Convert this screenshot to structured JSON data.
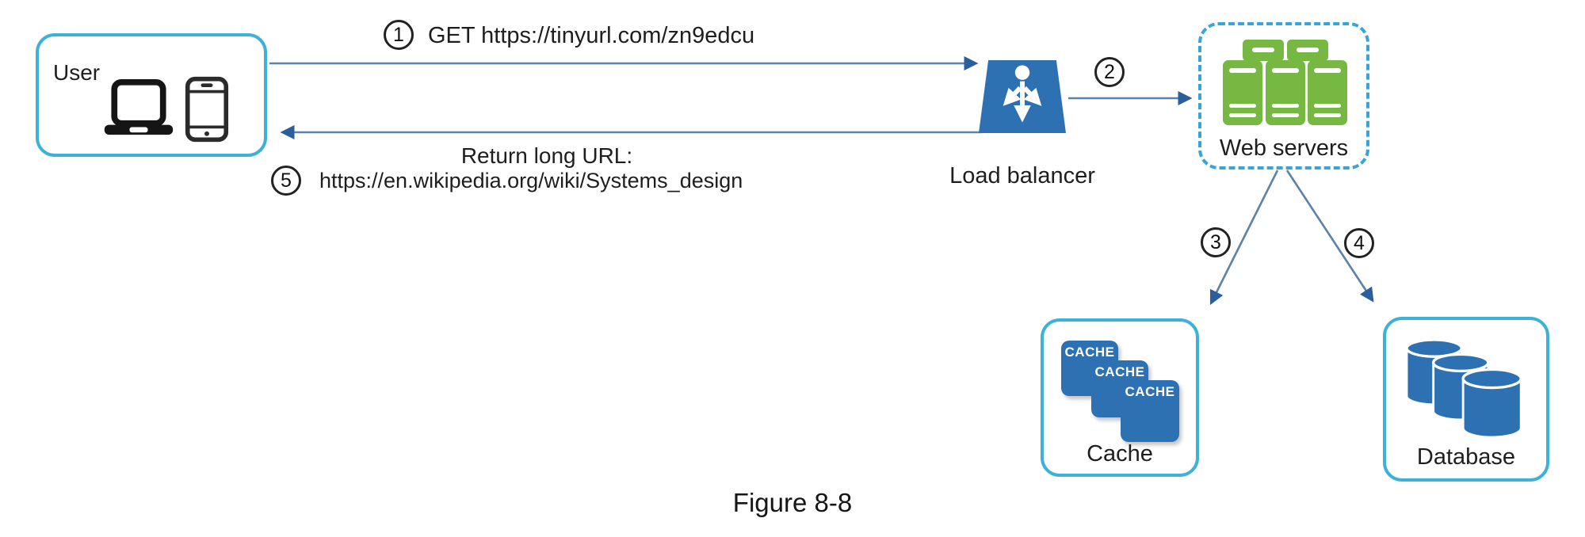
{
  "figure_caption": "Figure 8-8",
  "nodes": {
    "user": {
      "label": "User"
    },
    "load_balancer": {
      "label": "Load balancer"
    },
    "web_servers": {
      "label": "Web servers"
    },
    "cache": {
      "label": "Cache",
      "badge": "CACHE"
    },
    "database": {
      "label": "Database"
    }
  },
  "steps": {
    "1": {
      "number": "1",
      "label": "GET https://tinyurl.com/zn9edcu",
      "from": "user",
      "to": "load-balancer"
    },
    "2": {
      "number": "2",
      "from": "load-balancer",
      "to": "web-servers"
    },
    "3": {
      "number": "3",
      "from": "web-servers",
      "to": "cache"
    },
    "4": {
      "number": "4",
      "from": "web-servers",
      "to": "database"
    },
    "5": {
      "number": "5",
      "label_line1": "Return long URL:",
      "label_line2": "https://en.wikipedia.org/wiki/Systems_design",
      "from": "load-balancer",
      "to": "user"
    }
  },
  "colors": {
    "node_border": "#3db2d6",
    "dashed_border": "#38a5da",
    "fill_blue": "#2e71b3",
    "fill_green": "#77b843",
    "arrow_line": "#5b82a8",
    "arrow_head": "#2b5f9c",
    "text": "#1e1e1e"
  }
}
